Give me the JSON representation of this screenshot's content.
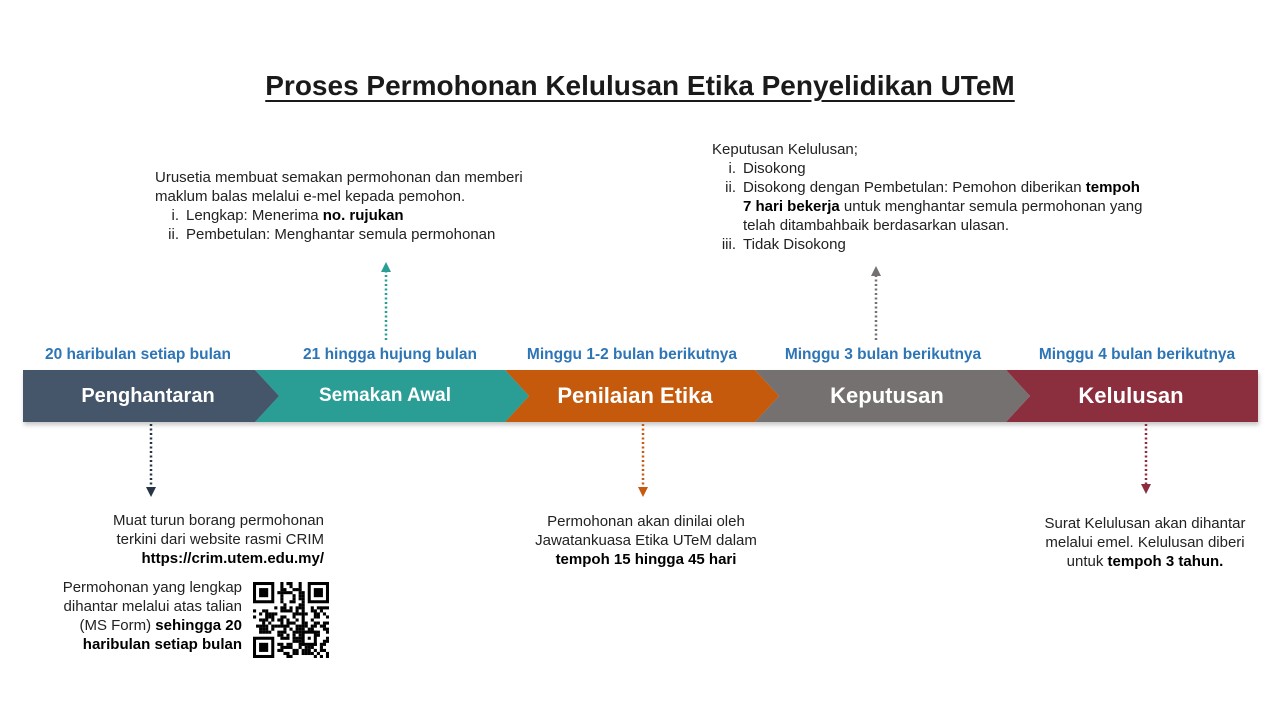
{
  "title": "Proses Permohonan Kelulusan Etika Penyelidikan UTeM",
  "stages": [
    {
      "label": "20 haribulan setiap bulan",
      "name": "Penghantaran",
      "color": "#44546A"
    },
    {
      "label": "21 hingga hujung bulan",
      "name": "Semakan Awal",
      "color": "#2A9D95"
    },
    {
      "label": "Minggu 1-2 bulan berikutnya",
      "name": "Penilaian Etika",
      "color": "#C55A11"
    },
    {
      "label": "Minggu 3 bulan berikutnya",
      "name": "Keputusan",
      "color": "#767171"
    },
    {
      "label": "Minggu 4 bulan berikutnya",
      "name": "Kelulusan",
      "color": "#8B2D3E"
    }
  ],
  "notes": {
    "semakan": {
      "intro_1": "Urusetia membuat semakan permohonan dan memberi",
      "intro_2": "maklum balas melalui e-mel kepada pemohon.",
      "item1_num": "i.",
      "item1_text": "Lengkap: Menerima ",
      "item1_bold": "no. rujukan",
      "item2_num": "ii.",
      "item2_text": "Pembetulan: Menghantar semula permohonan"
    },
    "keputusan": {
      "intro": "Keputusan Kelulusan;",
      "item1_num": "i.",
      "item1_text": "Disokong",
      "item2_num": "ii.",
      "item2_text_a": "Disokong dengan Pembetulan: Pemohon diberikan ",
      "item2_bold_a": "tempoh",
      "item2_bold_b": "7 hari bekerja",
      "item2_text_b": " untuk menghantar semula permohonan yang",
      "item2_text_c": "telah ditambahbaik berdasarkan ulasan.",
      "item3_num": "iii.",
      "item3_text": "Tidak Disokong"
    },
    "penghantaran": {
      "line1": "Muat turun borang permohonan",
      "line2": "terkini dari website rasmi CRIM",
      "url": "https://crim.utem.edu.my/",
      "online_1": "Permohonan yang lengkap",
      "online_2": "dihantar melalui atas talian",
      "online_3": "(MS Form) ",
      "online_3_bold": "sehingga 20",
      "online_4_bold": "haribulan setiap bulan"
    },
    "penilaian": {
      "line1": "Permohonan akan dinilai oleh",
      "line2": "Jawatankuasa Etika UTeM dalam",
      "bold": "tempoh 15 hingga 45 hari"
    },
    "kelulusan": {
      "line1": "Surat Kelulusan akan dihantar",
      "line2": "melalui emel. Kelulusan diberi",
      "line3": "untuk ",
      "bold": "tempoh 3 tahun."
    }
  },
  "icons": {
    "qr": "qr-code-icon",
    "arrow": "dotted-arrow"
  }
}
